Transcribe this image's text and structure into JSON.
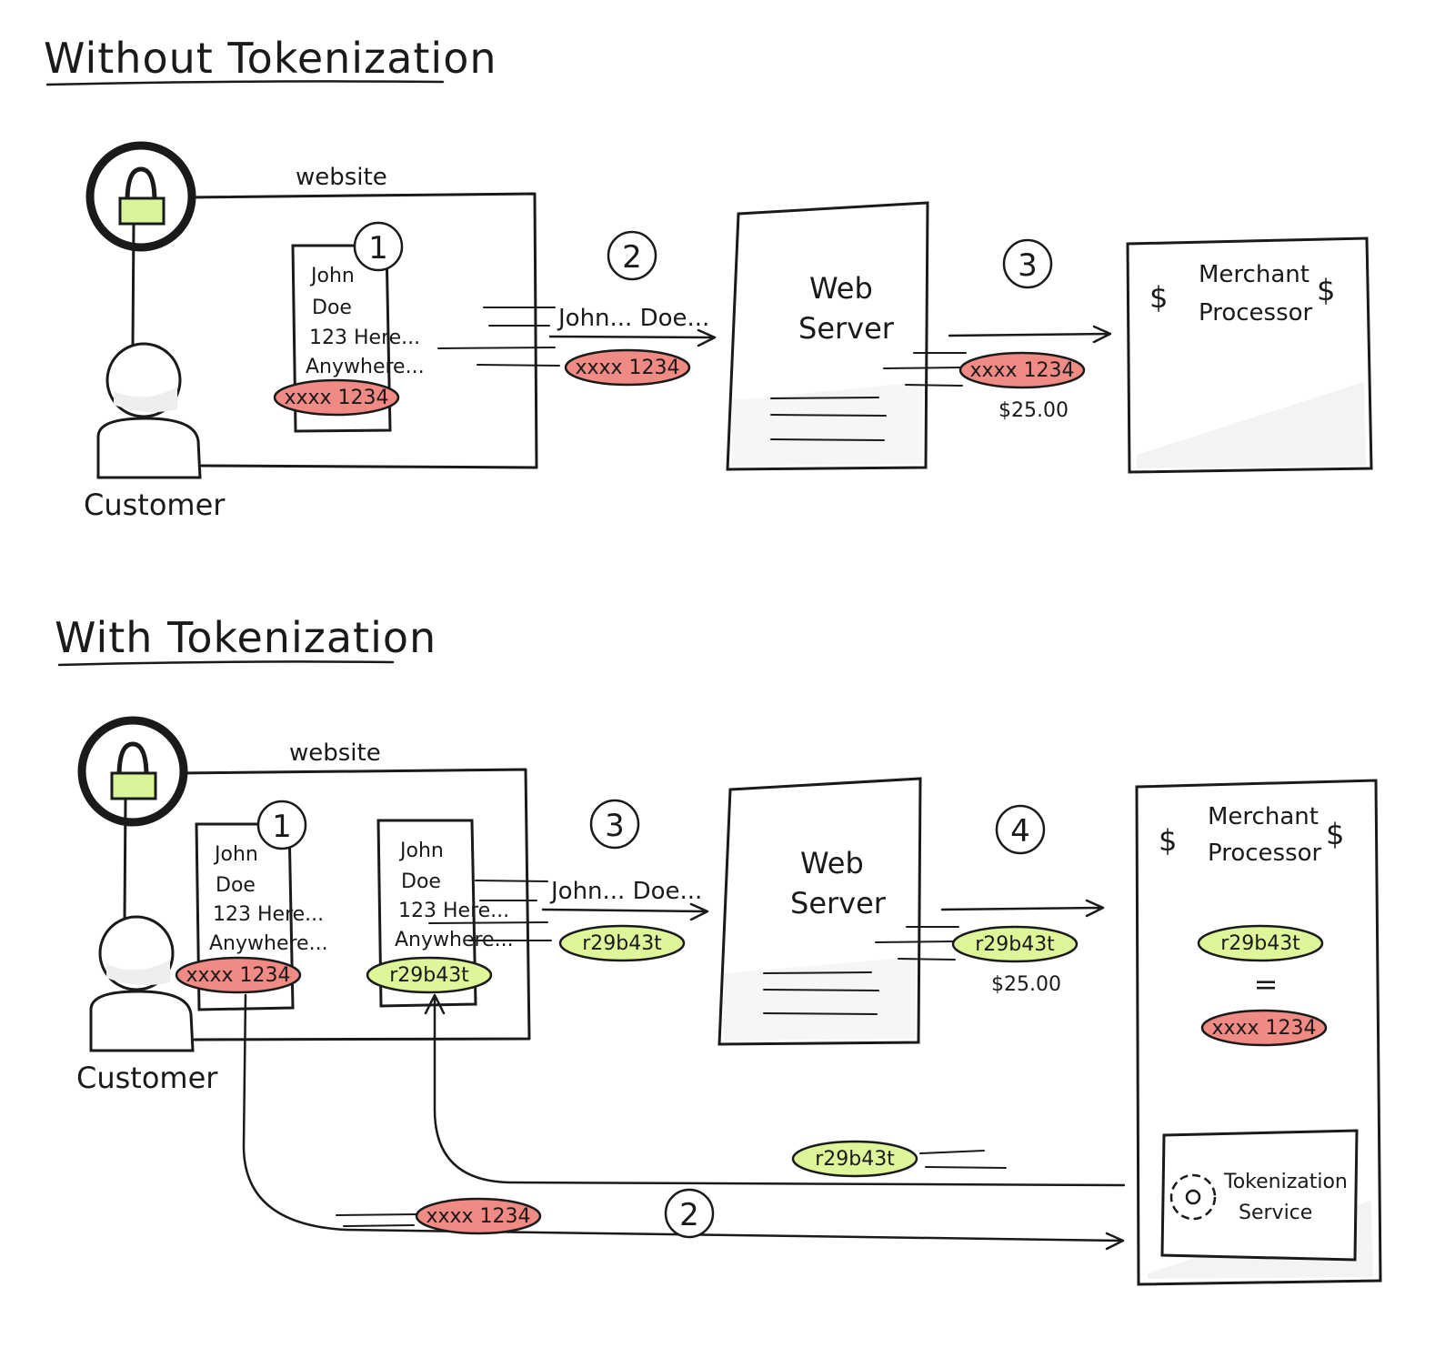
{
  "colors": {
    "ink": "#1a1a1a",
    "card_red": "#f08a84",
    "token_green": "#dff59a",
    "lock_green": "#d9f59a",
    "shade": "#eeeeee"
  },
  "icons": [
    "lock-icon",
    "customer-icon",
    "gear-icon"
  ],
  "top": {
    "title": "Without Tokenization",
    "website_label": "website",
    "customer_label": "Customer",
    "form": {
      "line1": "John",
      "line2": "Doe",
      "line3": "123 Here...",
      "line4": "Anywhere..."
    },
    "card": "xxxx 1234",
    "step1": "1",
    "step2": "2",
    "step3": "3",
    "sent_name": "John... Doe...",
    "sent_card": "xxxx 1234",
    "server_line1": "Web",
    "server_line2": "Server",
    "charge_card": "xxxx 1234",
    "amount": "$25.00",
    "processor_line1": "Merchant",
    "processor_line2": "Processor",
    "dollar": "$"
  },
  "bottom": {
    "title": "With Tokenization",
    "website_label": "website",
    "customer_label": "Customer",
    "form_a": {
      "line1": "John",
      "line2": "Doe",
      "line3": "123 Here...",
      "line4": "Anywhere..."
    },
    "form_a_card": "xxxx 1234",
    "form_b": {
      "line1": "John",
      "line2": "Doe",
      "line3": "123 Here...",
      "line4": "Anywhere..."
    },
    "form_b_token": "r29b43t",
    "step1": "1",
    "step2": "2",
    "step3": "3",
    "step4": "4",
    "sent_name": "John... Doe...",
    "sent_token": "r29b43t",
    "server_line1": "Web",
    "server_line2": "Server",
    "charge_token": "r29b43t",
    "amount": "$25.00",
    "processor_line1": "Merchant",
    "processor_line2": "Processor",
    "dollar": "$",
    "proc_token": "r29b43t",
    "equals": "=",
    "proc_card": "xxxx 1234",
    "service_line1": "Tokenization",
    "service_line2": "Service",
    "return_token": "r29b43t",
    "outgoing_card": "xxxx 1234"
  }
}
